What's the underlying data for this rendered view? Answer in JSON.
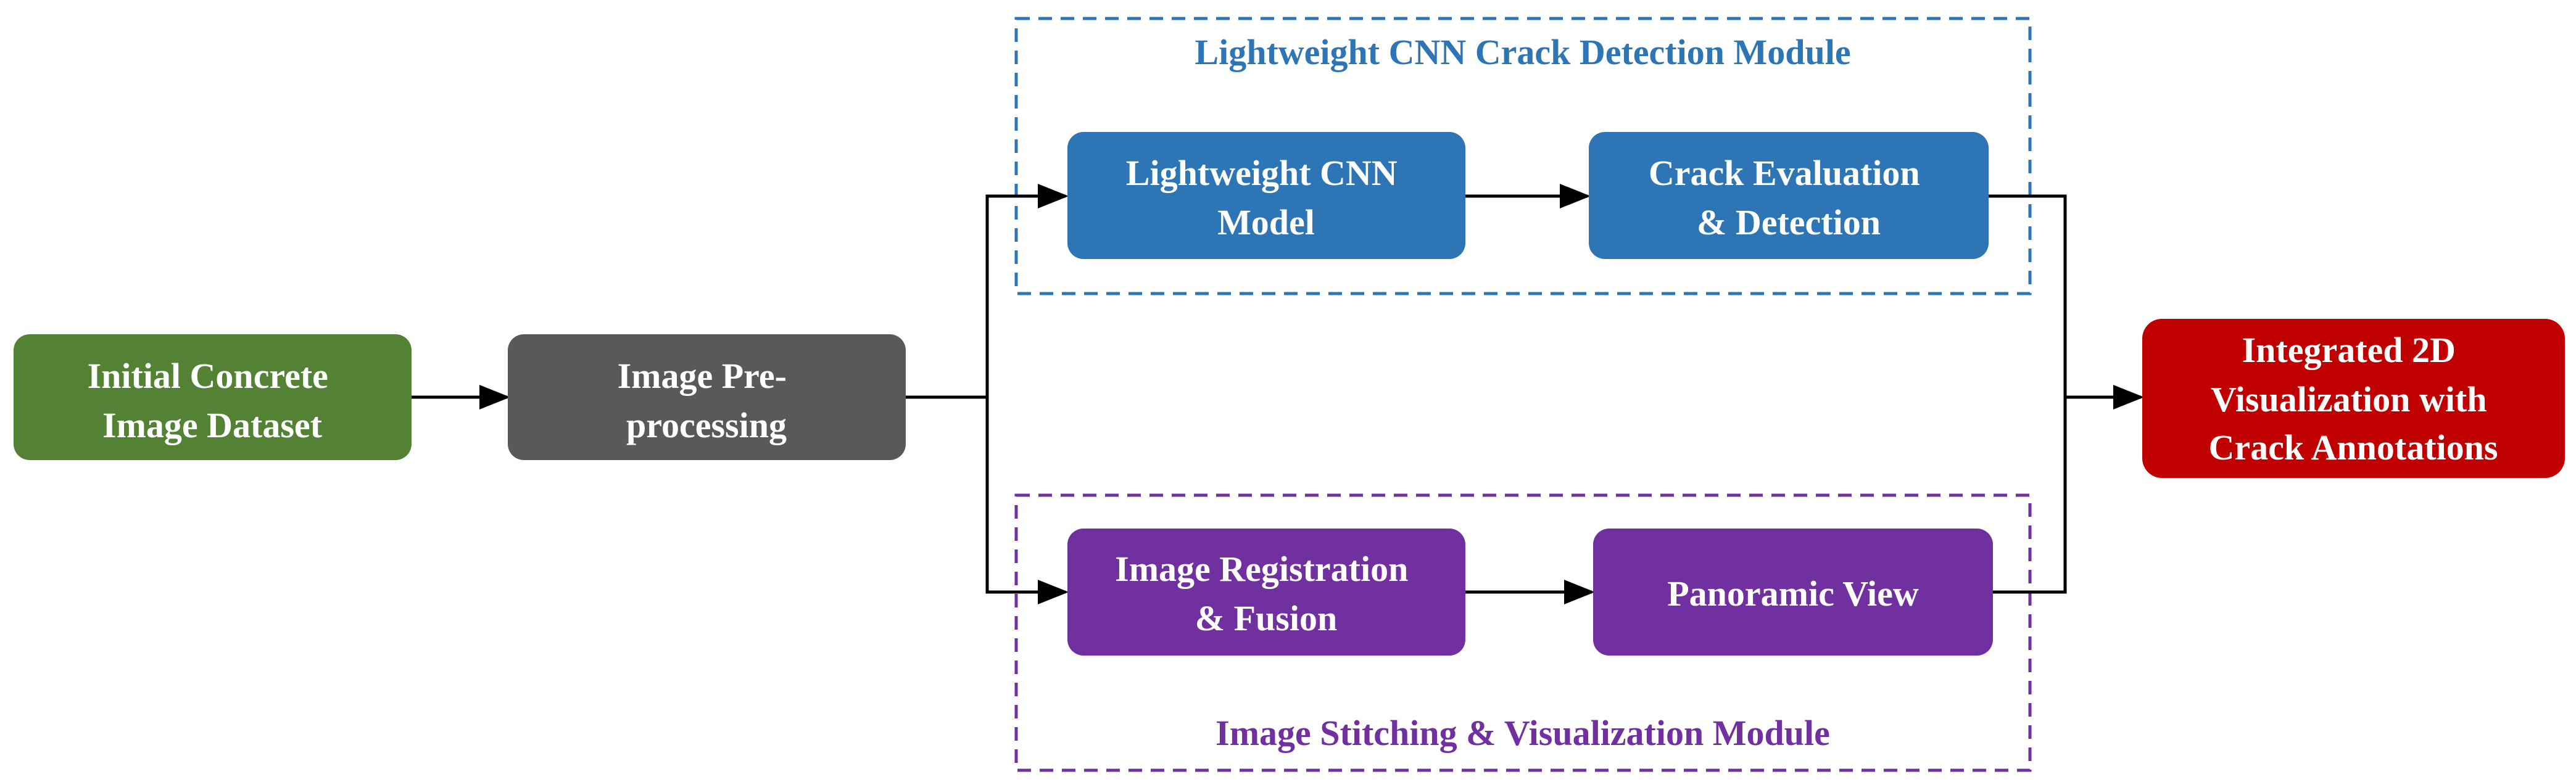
{
  "colors": {
    "green": "#548235",
    "gray": "#595959",
    "blue": "#2E75B6",
    "purple": "#7030A0",
    "red": "#C00000",
    "cnn_module_border": "#2E75B6",
    "stitch_module_border": "#7030A0",
    "arrow": "#000000"
  },
  "modules": {
    "cnn": {
      "title": "Lightweight CNN Crack Detection Module"
    },
    "stitch": {
      "title": "Image Stitching & Visualization  Module"
    }
  },
  "nodes": {
    "dataset": {
      "lines": [
        "Initial Concrete",
        "Image Dataset"
      ]
    },
    "preprocess": {
      "lines": [
        "Image Pre-",
        "processing"
      ]
    },
    "cnn_model": {
      "lines": [
        "Lightweight CNN",
        "Model"
      ]
    },
    "crack_eval": {
      "lines": [
        "Crack Evaluation",
        "& Detection"
      ]
    },
    "registration": {
      "lines": [
        "Image Registration",
        "& Fusion"
      ]
    },
    "panoramic": {
      "lines": [
        "Panoramic View"
      ]
    },
    "integrated": {
      "lines": [
        "Integrated 2D",
        "Visualization  with",
        "Crack Annotations"
      ]
    }
  }
}
